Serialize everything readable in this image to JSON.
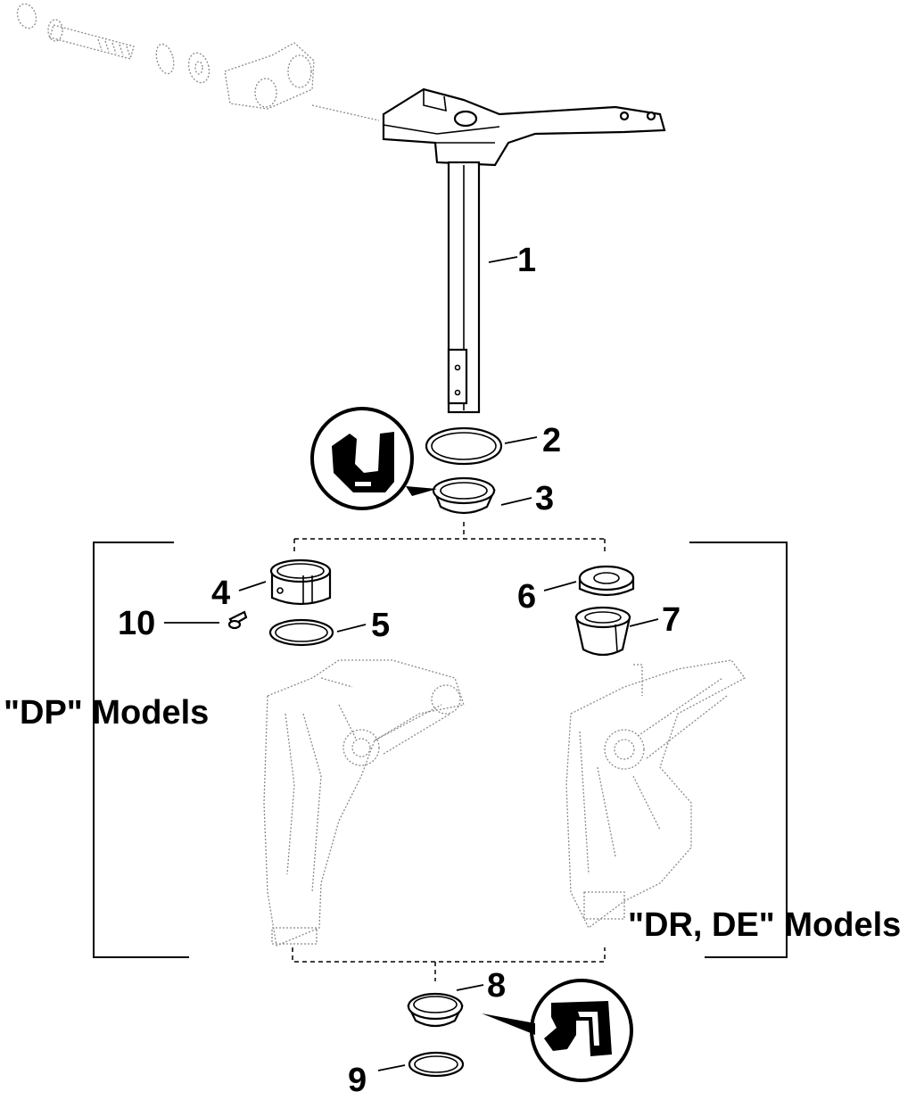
{
  "callouts": [
    {
      "id": "1",
      "text": "1"
    },
    {
      "id": "2",
      "text": "2"
    },
    {
      "id": "3",
      "text": "3"
    },
    {
      "id": "4",
      "text": "4"
    },
    {
      "id": "5",
      "text": "5"
    },
    {
      "id": "6",
      "text": "6"
    },
    {
      "id": "7",
      "text": "7"
    },
    {
      "id": "8",
      "text": "8"
    },
    {
      "id": "9",
      "text": "9"
    },
    {
      "id": "10",
      "text": "10"
    }
  ],
  "models": {
    "dp": "\"DP\" Models",
    "dr_de": "\"DR, DE\" Models"
  },
  "icons": {
    "top_symbol": "grease-lubricant-icon",
    "bottom_symbol": "sealant-icon"
  },
  "colors": {
    "line": "#000000",
    "ghost_line": "#8a8a8a",
    "background": "#ffffff"
  }
}
